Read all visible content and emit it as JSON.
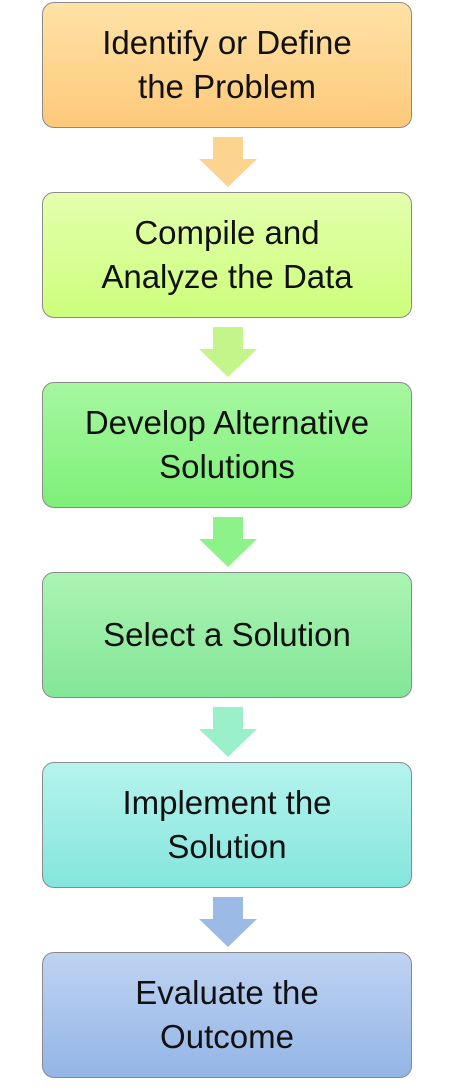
{
  "diagram": {
    "steps": [
      {
        "label": "Identify or Define\nthe Problem",
        "color_top": "#ffe2a6",
        "color_bottom": "#fdc97a",
        "arrow_color": "#fdd390"
      },
      {
        "label": "Compile and\nAnalyze the Data",
        "color_top": "#e4ffad",
        "color_bottom": "#ccff7c",
        "arrow_color": "#c4f58a"
      },
      {
        "label": "Develop Alternative\nSolutions",
        "color_top": "#a6f7a0",
        "color_bottom": "#7ef078",
        "arrow_color": "#8ef28a"
      },
      {
        "label": "Select a Solution",
        "color_top": "#abf4b2",
        "color_bottom": "#83e698",
        "arrow_color": "#9af0c8"
      },
      {
        "label": "Implement the\nSolution",
        "color_top": "#b6f3ee",
        "color_bottom": "#83e6dc",
        "arrow_color": "#9bbbe6"
      },
      {
        "label": "Evaluate the\nOutcome",
        "color_top": "#bfd3f2",
        "color_bottom": "#93b5e6"
      }
    ]
  }
}
